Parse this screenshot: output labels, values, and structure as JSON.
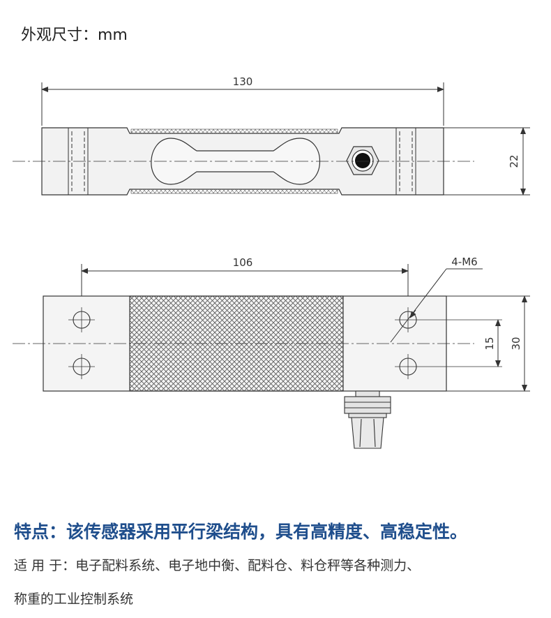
{
  "heading": "外观尺寸：mm",
  "top_view": {
    "length_dim": "130",
    "height_dim": "22"
  },
  "bottom_view": {
    "hole_spacing_dim": "106",
    "hole_label": "4-M6",
    "hole_pitch_dim": "15",
    "width_dim": "30"
  },
  "features": "特点：该传感器采用平行梁结构，具有高精度、高稳定性。",
  "applications_line1": "适 用 于：电子配料系统、电子地中衡、配料仓、料仓秤等各种测力、",
  "applications_line2": "称重的工业控制系统",
  "colors": {
    "line": "#333333",
    "body_fill": "#f4f4f4",
    "hatch": "#555555",
    "feature_text": "#1f4e8c"
  }
}
